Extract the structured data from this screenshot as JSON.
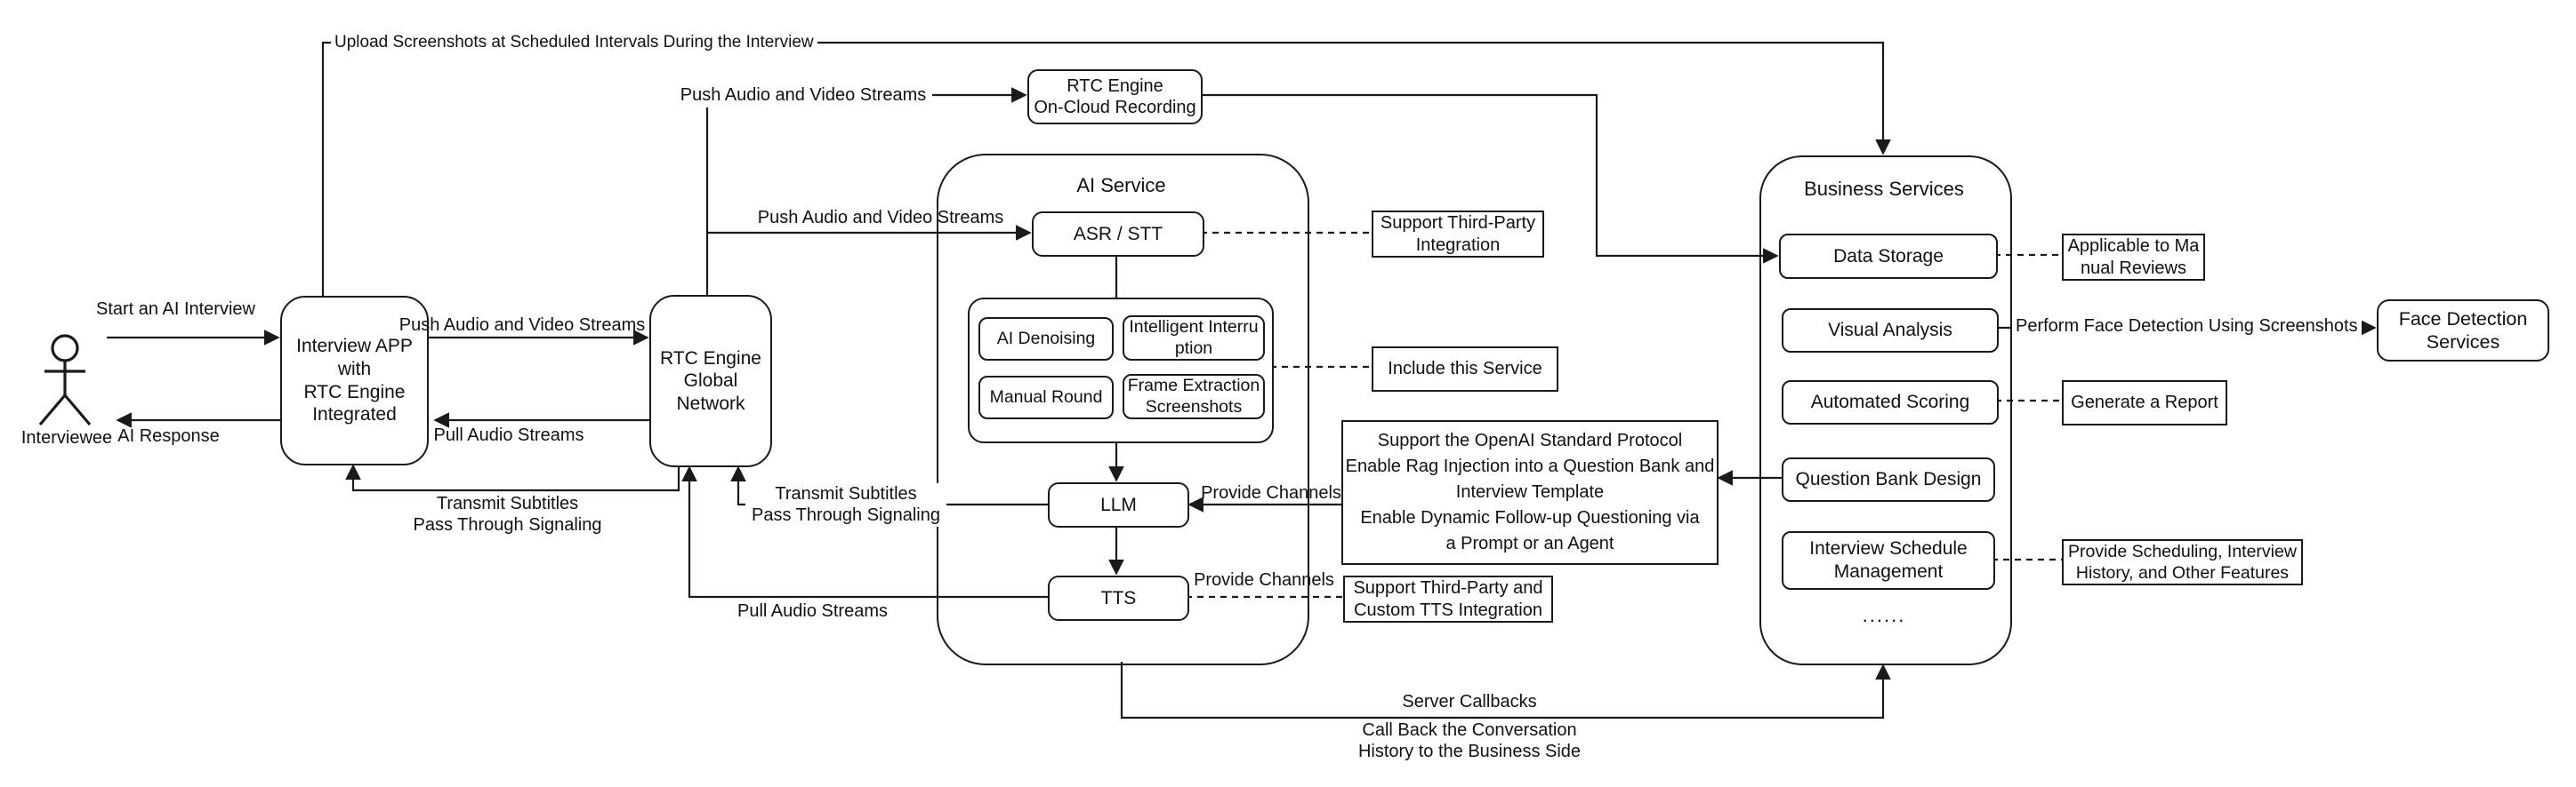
{
  "diagram": {
    "colors": {
      "line": "#1a1a1a",
      "background": "#ffffff"
    },
    "actor": {
      "label": "Interviewee"
    },
    "containers": {
      "ai_service": "AI Service",
      "business_services": "Business Services"
    },
    "nodes": {
      "interview_app": "Interview APP\nwith\nRTC Engine\nIntegrated",
      "rtc_network": "RTC Engine\nGlobal\nNetwork",
      "rtc_recording": "RTC Engine\nOn-Cloud Recording",
      "asr": "ASR / STT",
      "ai_denoising": "AI Denoising",
      "intelligent_interruption": "Intelligent Interru\nption",
      "manual_round": "Manual Round",
      "frame_extraction": "Frame Extraction\nScreenshots",
      "llm": "LLM",
      "tts": "TTS",
      "data_storage": "Data Storage",
      "visual_analysis": "Visual Analysis",
      "automated_scoring": "Automated Scoring",
      "question_bank": "Question Bank Design",
      "schedule_mgmt": "Interview Schedule\nManagement",
      "more_dots": "......",
      "face_detection": "Face Detection\nServices"
    },
    "annotations": {
      "support_third_party": "Support Third-Party\nIntegration",
      "include_service": "Include this Service",
      "openai": "Support the OpenAI Standard Protocol\nEnable Rag Injection into a Question Bank and\nInterview Template\nEnable Dynamic Follow-up Questioning via\na Prompt or an Agent",
      "tts_integration": "Support Third-Party and\nCustom TTS Integration",
      "manual_reviews": "Applicable to Ma\nnual Reviews",
      "generate_report": "Generate a Report",
      "provide_scheduling": "Provide Scheduling, Interview\nHistory, and Other Features"
    },
    "edges": {
      "start_interview": "Start an AI Interview",
      "ai_response": "AI Response",
      "upload_screenshots": "Upload Screenshots at Scheduled Intervals During the Interview",
      "push_av_app_network": "Push Audio and Video Streams",
      "pull_audio_network_app": "Pull Audio Streams",
      "transmit_network_app": "Transmit Subtitles\nPass Through Signaling",
      "push_av_recording": "Push Audio and Video Streams",
      "push_av_asr": "Push Audio and Video Streams",
      "transmit_llm_network": "Transmit Subtitles\nPass Through Signaling",
      "pull_audio_tts_network": "Pull Audio Streams",
      "provide_channels_llm": "Provide Channels",
      "provide_channels_tts": "Provide Channels",
      "perform_face_detection": "Perform Face Detection Using Screenshots",
      "server_callbacks": "Server Callbacks",
      "call_back": "Call Back the Conversation\nHistory to the Business Side"
    }
  }
}
